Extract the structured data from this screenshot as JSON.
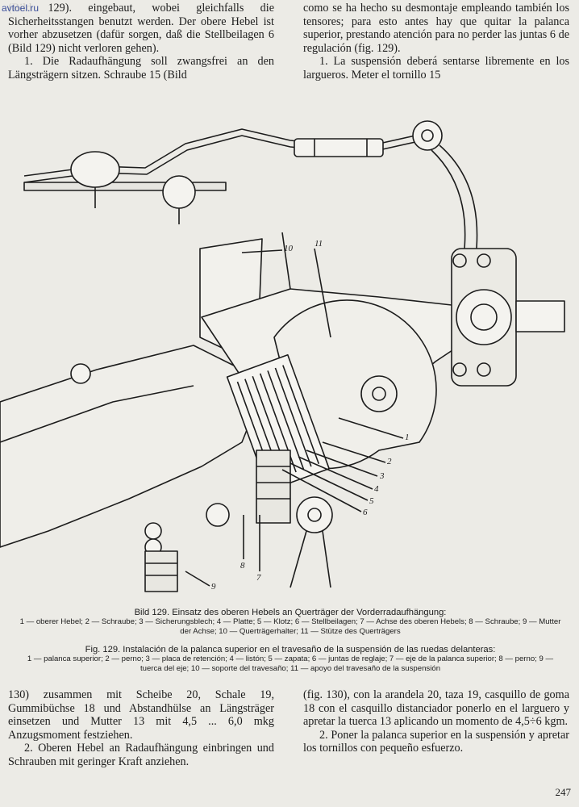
{
  "watermark": "avtoel.ru",
  "german_top": {
    "para1": "(Bild 129). eingebaut, wobei gleichfalls die Sicherheitsstangen benutzt werden. Der obere Hebel ist vorher abzusetzen (dafür sorgen, daß die Stellbeilagen 6 (Bild 129) nicht verloren gehen).",
    "para2": "1. Die Radaufhängung soll zwangsfrei an den Längsträgern sitzen. Schraube 15 (Bild"
  },
  "spanish_top": {
    "para1": "como se ha hecho su desmontaje empleando también los tensores; para esto antes hay que quitar la palanca superior, prestando atención para no perder las juntas 6 de regulación (fig. 129).",
    "para2": "1. La suspensión deberá sentarse libremente en los largueros. Meter el tornillo 15"
  },
  "figure": {
    "callouts": [
      "10",
      "11",
      "1",
      "2",
      "3",
      "4",
      "5",
      "6",
      "7",
      "8",
      "9"
    ]
  },
  "caption_de": {
    "title": "Bild 129. Einsatz des oberen Hebels an Querträger der Vorderradaufhängung:",
    "legend": "1 — oberer Hebel; 2 — Schraube; 3 — Sicherungsblech; 4 — Platte; 5 — Klotz; 6 — Stellbeilagen; 7 — Achse des oberen Hebels; 8 — Schraube; 9 — Mutter der Achse; 10 — Querträgerhalter; 11 — Stütze des Querträgers"
  },
  "caption_es": {
    "title": "Fig. 129. Instalación de la palanca superior en el travesaño de la suspensión de las ruedas delanteras:",
    "legend": "1 — palanca superior; 2 — perno; 3 — placa de retención; 4 — listón; 5 — zapata; 6 — juntas de reglaje; 7 — eje de la palanca superior; 8 — perno; 9 — tuerca del eje; 10 — soporte del travesaño; 11 — apoyo del travesaño de la suspensión"
  },
  "german_bottom": {
    "para1": "130) zusammen mit Scheibe 20, Schale 19, Gummibüchse 18 und Abstandhülse an Längsträger einsetzen und Mutter 13 mit 4,5 ... 6,0 mkg Anzugsmoment festziehen.",
    "para2": "2. Oberen Hebel an Radaufhängung einbringen und Schrauben mit geringer Kraft anziehen."
  },
  "spanish_bottom": {
    "para1": "(fig. 130), con la arandela 20, taza 19, casquillo de goma 18 con el casquillo distanciador ponerlo en el larguero y apretar la tuerca 13 aplicando un momento de 4,5÷6 kgm.",
    "para2": "2. Poner la palanca superior en la suspensión y apretar los tornillos con pequeño esfuerzo."
  },
  "page_number": "247"
}
